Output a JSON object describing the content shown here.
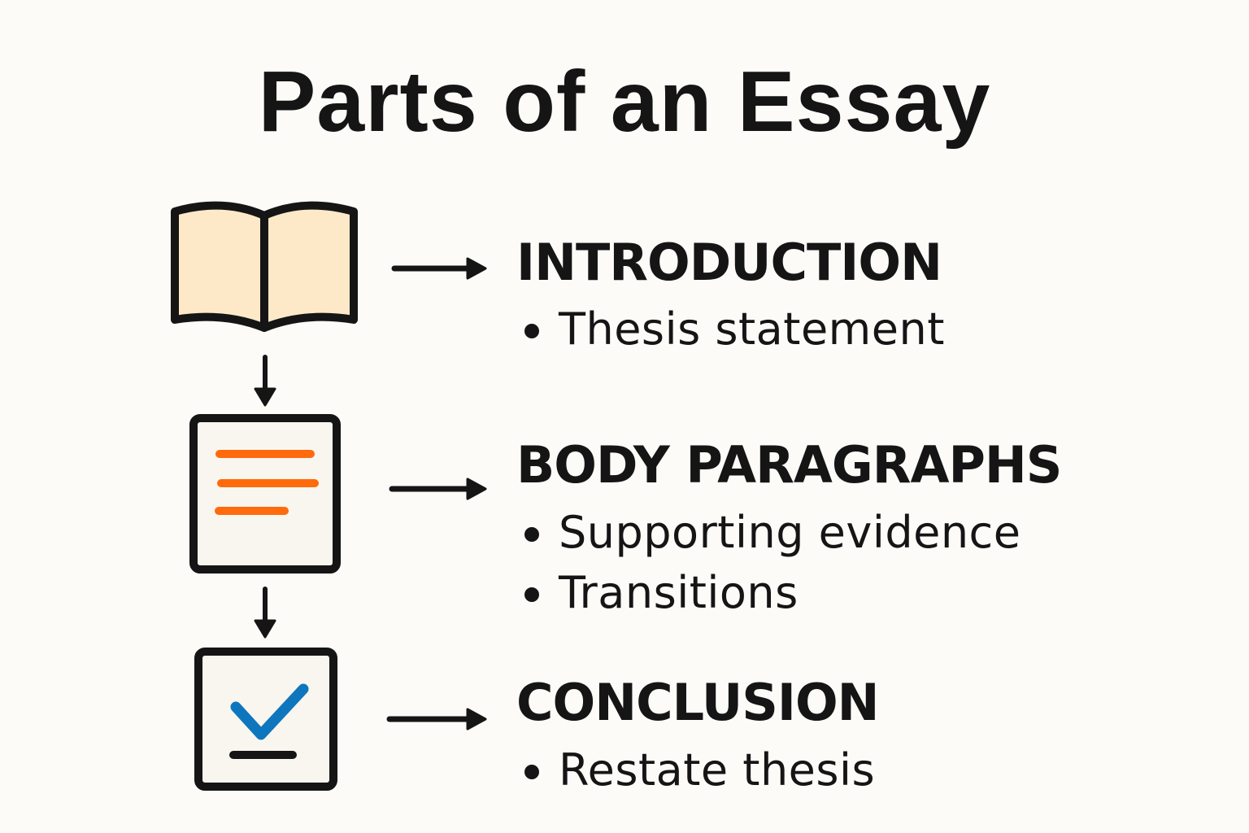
{
  "title": "Parts of an Essay",
  "colors": {
    "background": "#fcfbf8",
    "ink": "#151515",
    "book_fill": "#fde9c8",
    "page_fill": "#f8f6ef",
    "orange_lines": "#ff6a0d",
    "check_blue": "#0e76bd"
  },
  "sections": [
    {
      "icon": "open-book-icon",
      "heading": "INTRODUCTION",
      "bullets": [
        "Thesis statement"
      ]
    },
    {
      "icon": "document-lines-icon",
      "heading": "BODY PARAGRAPHS",
      "bullets": [
        "Supporting evidence",
        "Transitions"
      ]
    },
    {
      "icon": "checkbox-check-icon",
      "heading": "CONCLUSION",
      "bullets": [
        "Restate thesis"
      ]
    }
  ]
}
